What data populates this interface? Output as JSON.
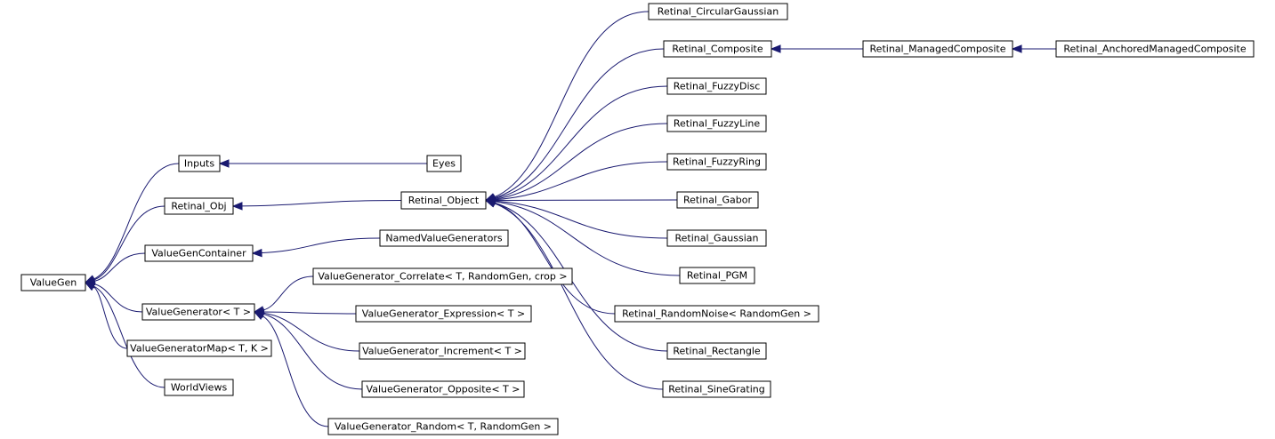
{
  "colors": {
    "edge": "#1a1a70",
    "node_border": "#000000",
    "node_fill": "#ffffff",
    "background": "#ffffff"
  },
  "nodes": {
    "valuegen": "ValueGen",
    "inputs": "Inputs",
    "retinal_obj": "Retinal_Obj",
    "valuegencontainer": "ValueGenContainer",
    "valuegenerator": "ValueGenerator< T >",
    "valuegeneratormap": "ValueGeneratorMap< T, K >",
    "worldviews": "WorldViews",
    "eyes": "Eyes",
    "retinal_object": "Retinal_Object",
    "namedvaluegenerators": "NamedValueGenerators",
    "vg_correlate": "ValueGenerator_Correlate< T, RandomGen, crop >",
    "vg_expression": "ValueGenerator_Expression< T >",
    "vg_increment": "ValueGenerator_Increment< T >",
    "vg_opposite": "ValueGenerator_Opposite< T >",
    "vg_random": "ValueGenerator_Random< T, RandomGen >",
    "retinal_circulargaussian": "Retinal_CircularGaussian",
    "retinal_composite": "Retinal_Composite",
    "retinal_fuzzydisc": "Retinal_FuzzyDisc",
    "retinal_fuzzyline": "Retinal_FuzzyLine",
    "retinal_fuzzyring": "Retinal_FuzzyRing",
    "retinal_gabor": "Retinal_Gabor",
    "retinal_gaussian": "Retinal_Gaussian",
    "retinal_pgm": "Retinal_PGM",
    "retinal_randomnoise": "Retinal_RandomNoise< RandomGen >",
    "retinal_rectangle": "Retinal_Rectangle",
    "retinal_sinegrating": "Retinal_SineGrating",
    "retinal_managedcomposite": "Retinal_ManagedComposite",
    "retinal_anchoredmanagedcomposite": "Retinal_AnchoredManagedComposite"
  },
  "edges": [
    {
      "from": "inputs",
      "to": "valuegen"
    },
    {
      "from": "retinal_obj",
      "to": "valuegen"
    },
    {
      "from": "valuegencontainer",
      "to": "valuegen"
    },
    {
      "from": "valuegenerator",
      "to": "valuegen"
    },
    {
      "from": "valuegeneratormap",
      "to": "valuegen"
    },
    {
      "from": "worldviews",
      "to": "valuegen"
    },
    {
      "from": "eyes",
      "to": "inputs"
    },
    {
      "from": "retinal_object",
      "to": "retinal_obj"
    },
    {
      "from": "namedvaluegenerators",
      "to": "valuegencontainer"
    },
    {
      "from": "vg_correlate",
      "to": "valuegenerator"
    },
    {
      "from": "vg_expression",
      "to": "valuegenerator"
    },
    {
      "from": "vg_increment",
      "to": "valuegenerator"
    },
    {
      "from": "vg_opposite",
      "to": "valuegenerator"
    },
    {
      "from": "vg_random",
      "to": "valuegenerator"
    },
    {
      "from": "retinal_circulargaussian",
      "to": "retinal_object"
    },
    {
      "from": "retinal_composite",
      "to": "retinal_object"
    },
    {
      "from": "retinal_fuzzydisc",
      "to": "retinal_object"
    },
    {
      "from": "retinal_fuzzyline",
      "to": "retinal_object"
    },
    {
      "from": "retinal_fuzzyring",
      "to": "retinal_object"
    },
    {
      "from": "retinal_gabor",
      "to": "retinal_object"
    },
    {
      "from": "retinal_gaussian",
      "to": "retinal_object"
    },
    {
      "from": "retinal_pgm",
      "to": "retinal_object"
    },
    {
      "from": "retinal_randomnoise",
      "to": "retinal_object"
    },
    {
      "from": "retinal_rectangle",
      "to": "retinal_object"
    },
    {
      "from": "retinal_sinegrating",
      "to": "retinal_object"
    },
    {
      "from": "retinal_managedcomposite",
      "to": "retinal_composite"
    },
    {
      "from": "retinal_anchoredmanagedcomposite",
      "to": "retinal_managedcomposite"
    }
  ]
}
